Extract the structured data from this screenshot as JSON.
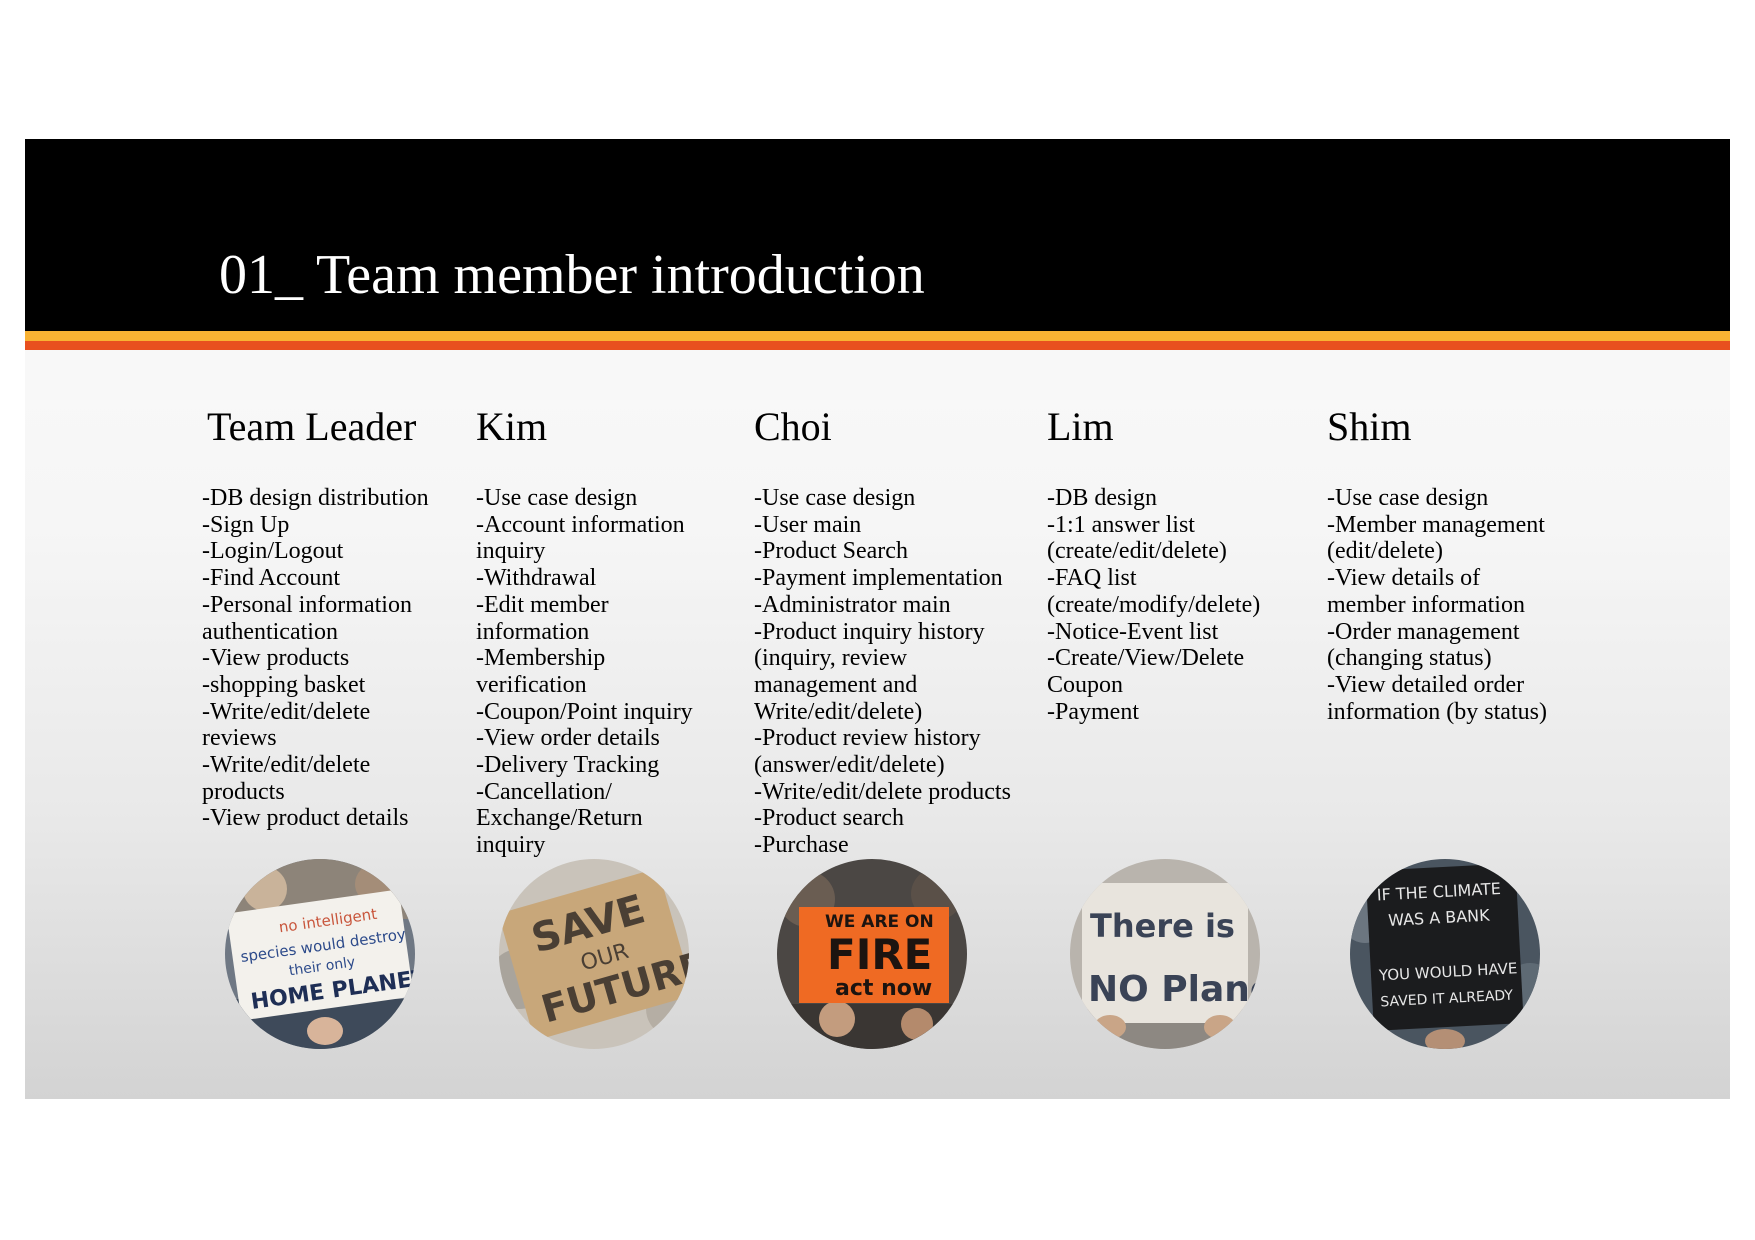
{
  "slide": {
    "title": "01_ Team member introduction",
    "colors": {
      "header": "#000000",
      "stripe_yellow": "#f9b233",
      "stripe_orange": "#e8501f",
      "text": "#000000"
    }
  },
  "members": [
    {
      "name": "Team Leader",
      "duties": [
        "-DB design distribution",
        "-Sign Up",
        "-Login/Logout",
        "-Find Account",
        "-Personal information",
        "authentication",
        "-View products",
        "-shopping basket",
        "-Write/edit/delete",
        "reviews",
        "-Write/edit/delete",
        "products",
        "-View product details"
      ],
      "photo": {
        "sign_text": [
          "no intelligent",
          "species would destroy",
          "their only",
          "HOME PLANET"
        ]
      }
    },
    {
      "name": "Kim",
      "duties": [
        "-Use case design",
        "-Account information",
        "inquiry",
        "-Withdrawal",
        "-Edit member",
        "information",
        "-Membership",
        "verification",
        "-Coupon/Point inquiry",
        "-View order details",
        "-Delivery Tracking",
        "-Cancellation/",
        "Exchange/Return",
        "inquiry"
      ],
      "photo": {
        "sign_text": [
          "SAVE",
          "OUR",
          "FUTURE"
        ]
      }
    },
    {
      "name": "Choi",
      "duties": [
        "-Use case design",
        "-User main",
        "-Product Search",
        "-Payment implementation",
        "-Administrator main",
        "-Product inquiry history",
        "(inquiry, review",
        "management and",
        "Write/edit/delete)",
        "-Product review history",
        "(answer/edit/delete)",
        "-Write/edit/delete products",
        "-Product search",
        "-Purchase"
      ],
      "photo": {
        "sign_text": [
          "WE ARE ON",
          "FIRE",
          "act now"
        ]
      }
    },
    {
      "name": "Lim",
      "duties": [
        "-DB design",
        "-1:1 answer list",
        "(create/edit/delete)",
        "-FAQ list",
        "(create/modify/delete)",
        "-Notice-Event list",
        "-Create/View/Delete",
        "Coupon",
        "-Payment"
      ],
      "photo": {
        "sign_text": [
          "There is",
          "NO PlanetB"
        ]
      }
    },
    {
      "name": "Shim",
      "duties": [
        "-Use case design",
        "-Member management",
        "(edit/delete)",
        "-View details of",
        "member information",
        "-Order management",
        "(changing status)",
        "-View detailed order",
        "information (by status)"
      ],
      "photo": {
        "sign_text": [
          "IF THE CLIMATE",
          "WAS A BANK",
          "YOU WOULD HAVE",
          "SAVED IT ALREADY"
        ]
      }
    }
  ]
}
